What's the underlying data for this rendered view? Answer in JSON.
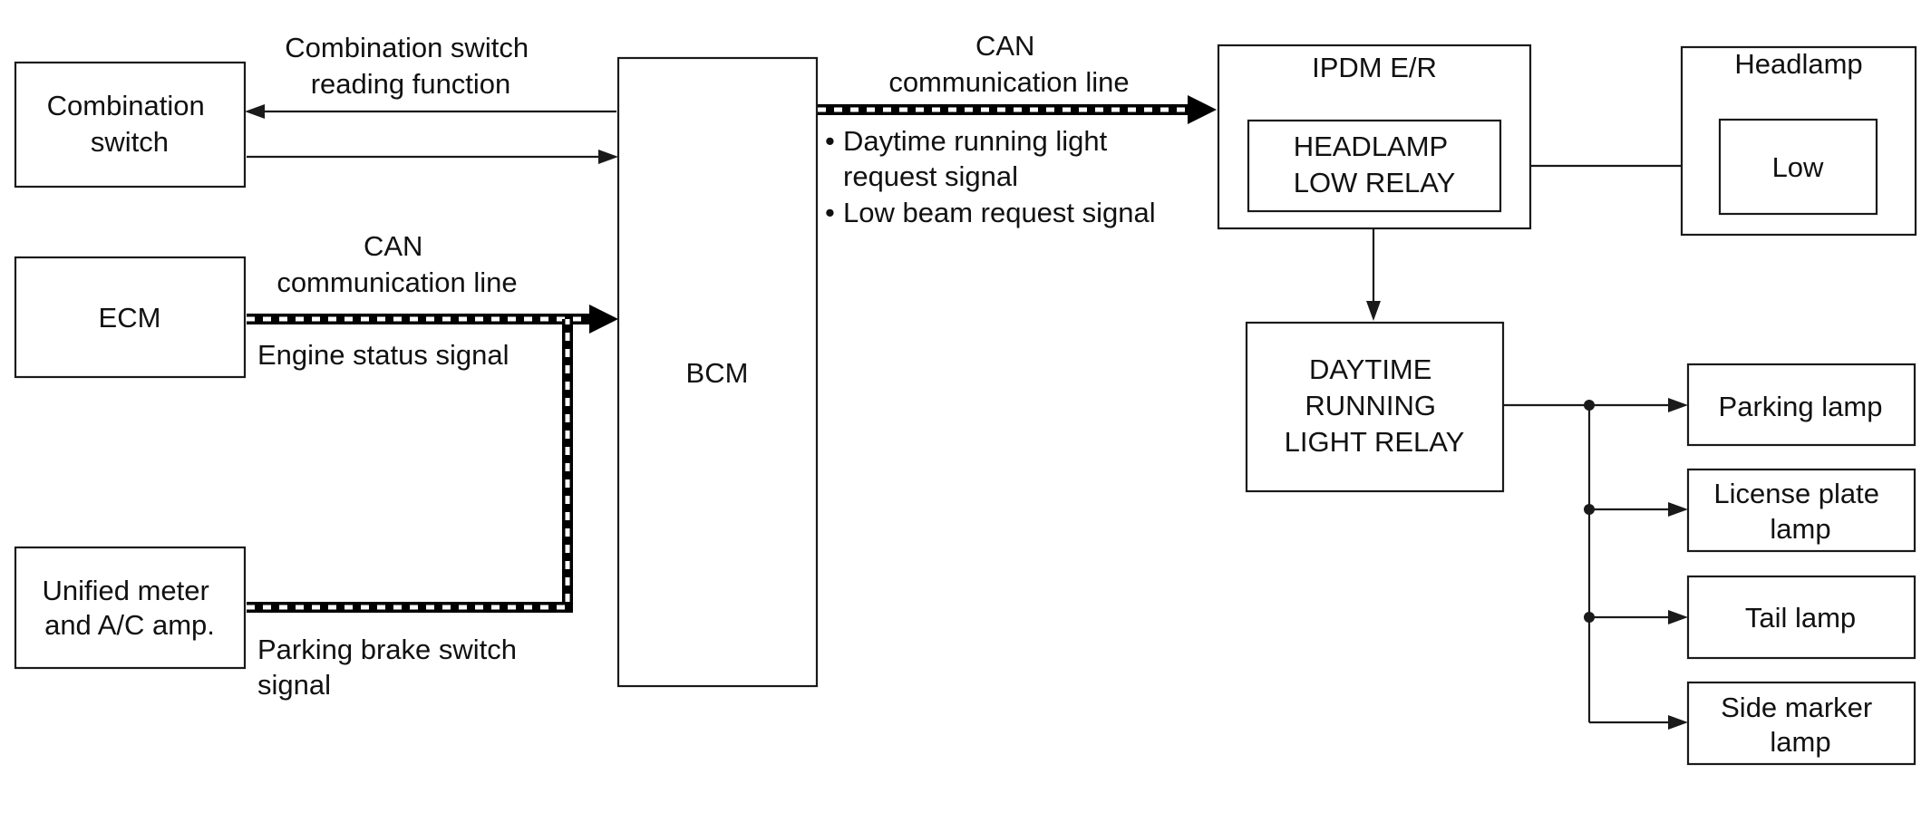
{
  "diagram": {
    "blocks": {
      "combination_switch": [
        "Combination",
        "switch"
      ],
      "ecm": [
        "ECM"
      ],
      "unified_meter": [
        "Unified meter",
        "and A/C amp."
      ],
      "bcm": [
        "BCM"
      ],
      "ipdm": [
        "IPDM E/R"
      ],
      "headlamp_low_relay": [
        "HEADLAMP",
        "LOW RELAY"
      ],
      "headlamp": [
        "Headlamp"
      ],
      "headlamp_low": [
        "Low"
      ],
      "drl_relay": [
        "DAYTIME",
        "RUNNING",
        "LIGHT RELAY"
      ],
      "parking_lamp": [
        "Parking lamp"
      ],
      "license_plate_lamp": [
        "License plate",
        "lamp"
      ],
      "tail_lamp": [
        "Tail lamp"
      ],
      "side_marker_lamp": [
        "Side marker",
        "lamp"
      ]
    },
    "labels": {
      "combination_switch_reading": [
        "Combination switch",
        "reading function"
      ],
      "can_line_left": [
        "CAN",
        "communication line"
      ],
      "engine_status_signal": [
        "Engine status signal"
      ],
      "parking_brake_switch_signal": [
        "Parking brake switch",
        "signal"
      ],
      "can_line_top": [
        "CAN",
        "communication line"
      ],
      "can_signals": [
        {
          "bullet": "•",
          "lines": [
            "Daytime running light",
            "request signal"
          ]
        },
        {
          "bullet": "•",
          "lines": [
            "Low beam request signal"
          ]
        }
      ]
    }
  }
}
